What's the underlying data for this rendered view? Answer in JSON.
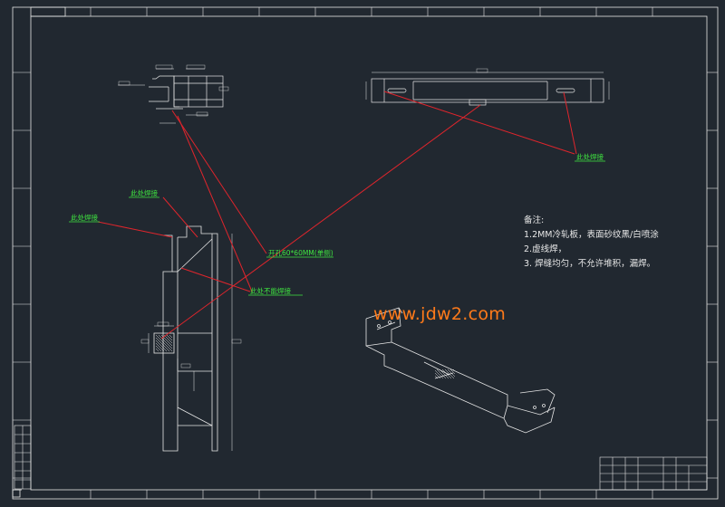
{
  "notes": {
    "title": "备注:",
    "lines": [
      "1.2MM冷轧板，表面砂纹黑/白喷涂",
      "2.虚线焊，",
      "3. 焊缝均匀，不允许堆积，漏焊。"
    ]
  },
  "callouts": {
    "weld_here_right": "此处焊接",
    "weld_here_mid": "此处焊接",
    "weld_here_left": "此处焊接",
    "hole": "开孔60*60MM(单侧)",
    "no_weld": "此处不能焊接"
  },
  "watermark": "www.jdw2.com",
  "colors": {
    "background": "#212830",
    "line": "#e6e6e6",
    "leader": "#e0252c",
    "annotation": "#3fe640",
    "watermark": "#ff7a1a"
  }
}
